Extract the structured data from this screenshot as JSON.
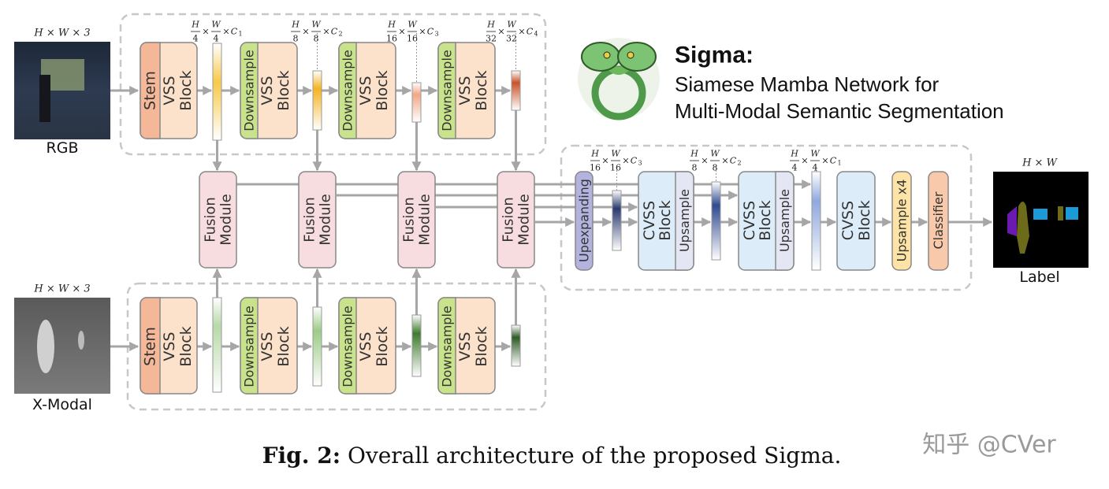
{
  "inputs": {
    "rgb": {
      "dim": "H × W × 3",
      "label": "RGB"
    },
    "xmodal": {
      "dim": "H × W × 3",
      "label": "X-Modal"
    }
  },
  "output": {
    "dim": "H × W",
    "label": "Label"
  },
  "encoder": {
    "stem": "Stem",
    "downsample": "Downsample",
    "vss_line1": "VSS",
    "vss_line2": "Block",
    "stage_dims": [
      {
        "num_h": "H",
        "den_h": "4",
        "num_w": "W",
        "den_w": "4",
        "c": "C",
        "ci": "1"
      },
      {
        "num_h": "H",
        "den_h": "8",
        "num_w": "W",
        "den_w": "8",
        "c": "C",
        "ci": "2"
      },
      {
        "num_h": "H",
        "den_h": "16",
        "num_w": "W",
        "den_w": "16",
        "c": "C",
        "ci": "3"
      },
      {
        "num_h": "H",
        "den_h": "32",
        "num_w": "W",
        "den_w": "32",
        "c": "C",
        "ci": "4"
      }
    ]
  },
  "fusion": {
    "line1": "Fusion",
    "line2": "Module"
  },
  "decoder": {
    "upexpanding": "Upexpanding",
    "cvss_line1": "CVSS",
    "cvss_line2": "Block",
    "upsample": "Upsample",
    "upsample_x4": "Upsample x4",
    "classifier": "Classifier",
    "stage_dims": [
      {
        "num_h": "H",
        "den_h": "16",
        "num_w": "W",
        "den_w": "16",
        "c": "C",
        "ci": "3"
      },
      {
        "num_h": "H",
        "den_h": "8",
        "num_w": "W",
        "den_w": "8",
        "c": "C",
        "ci": "2"
      },
      {
        "num_h": "H",
        "den_h": "4",
        "num_w": "W",
        "den_w": "4",
        "c": "C",
        "ci": "1"
      }
    ]
  },
  "title": {
    "name": "Sigma:",
    "line1": "Siamese Mamba Network for",
    "line2": "Multi-Modal Semantic Segmentation"
  },
  "caption": {
    "prefix": "Fig. 2:",
    "text": " Overall architecture of the proposed Sigma."
  },
  "watermark": "知乎 @CVer",
  "colors": {
    "stem": "#f4b899",
    "vss": "#fde2cb",
    "downsample": "#c8e38c",
    "fusion": "#f8dde0",
    "cvss": "#dcedf9",
    "upsample": "#e4e6f3",
    "upexpanding": "#b3b3e0",
    "upsample_x4": "#fde4a6",
    "classifier": "#f8c9aa",
    "arrow": "#a6a6a6",
    "dashed": "#c8c8c8"
  }
}
